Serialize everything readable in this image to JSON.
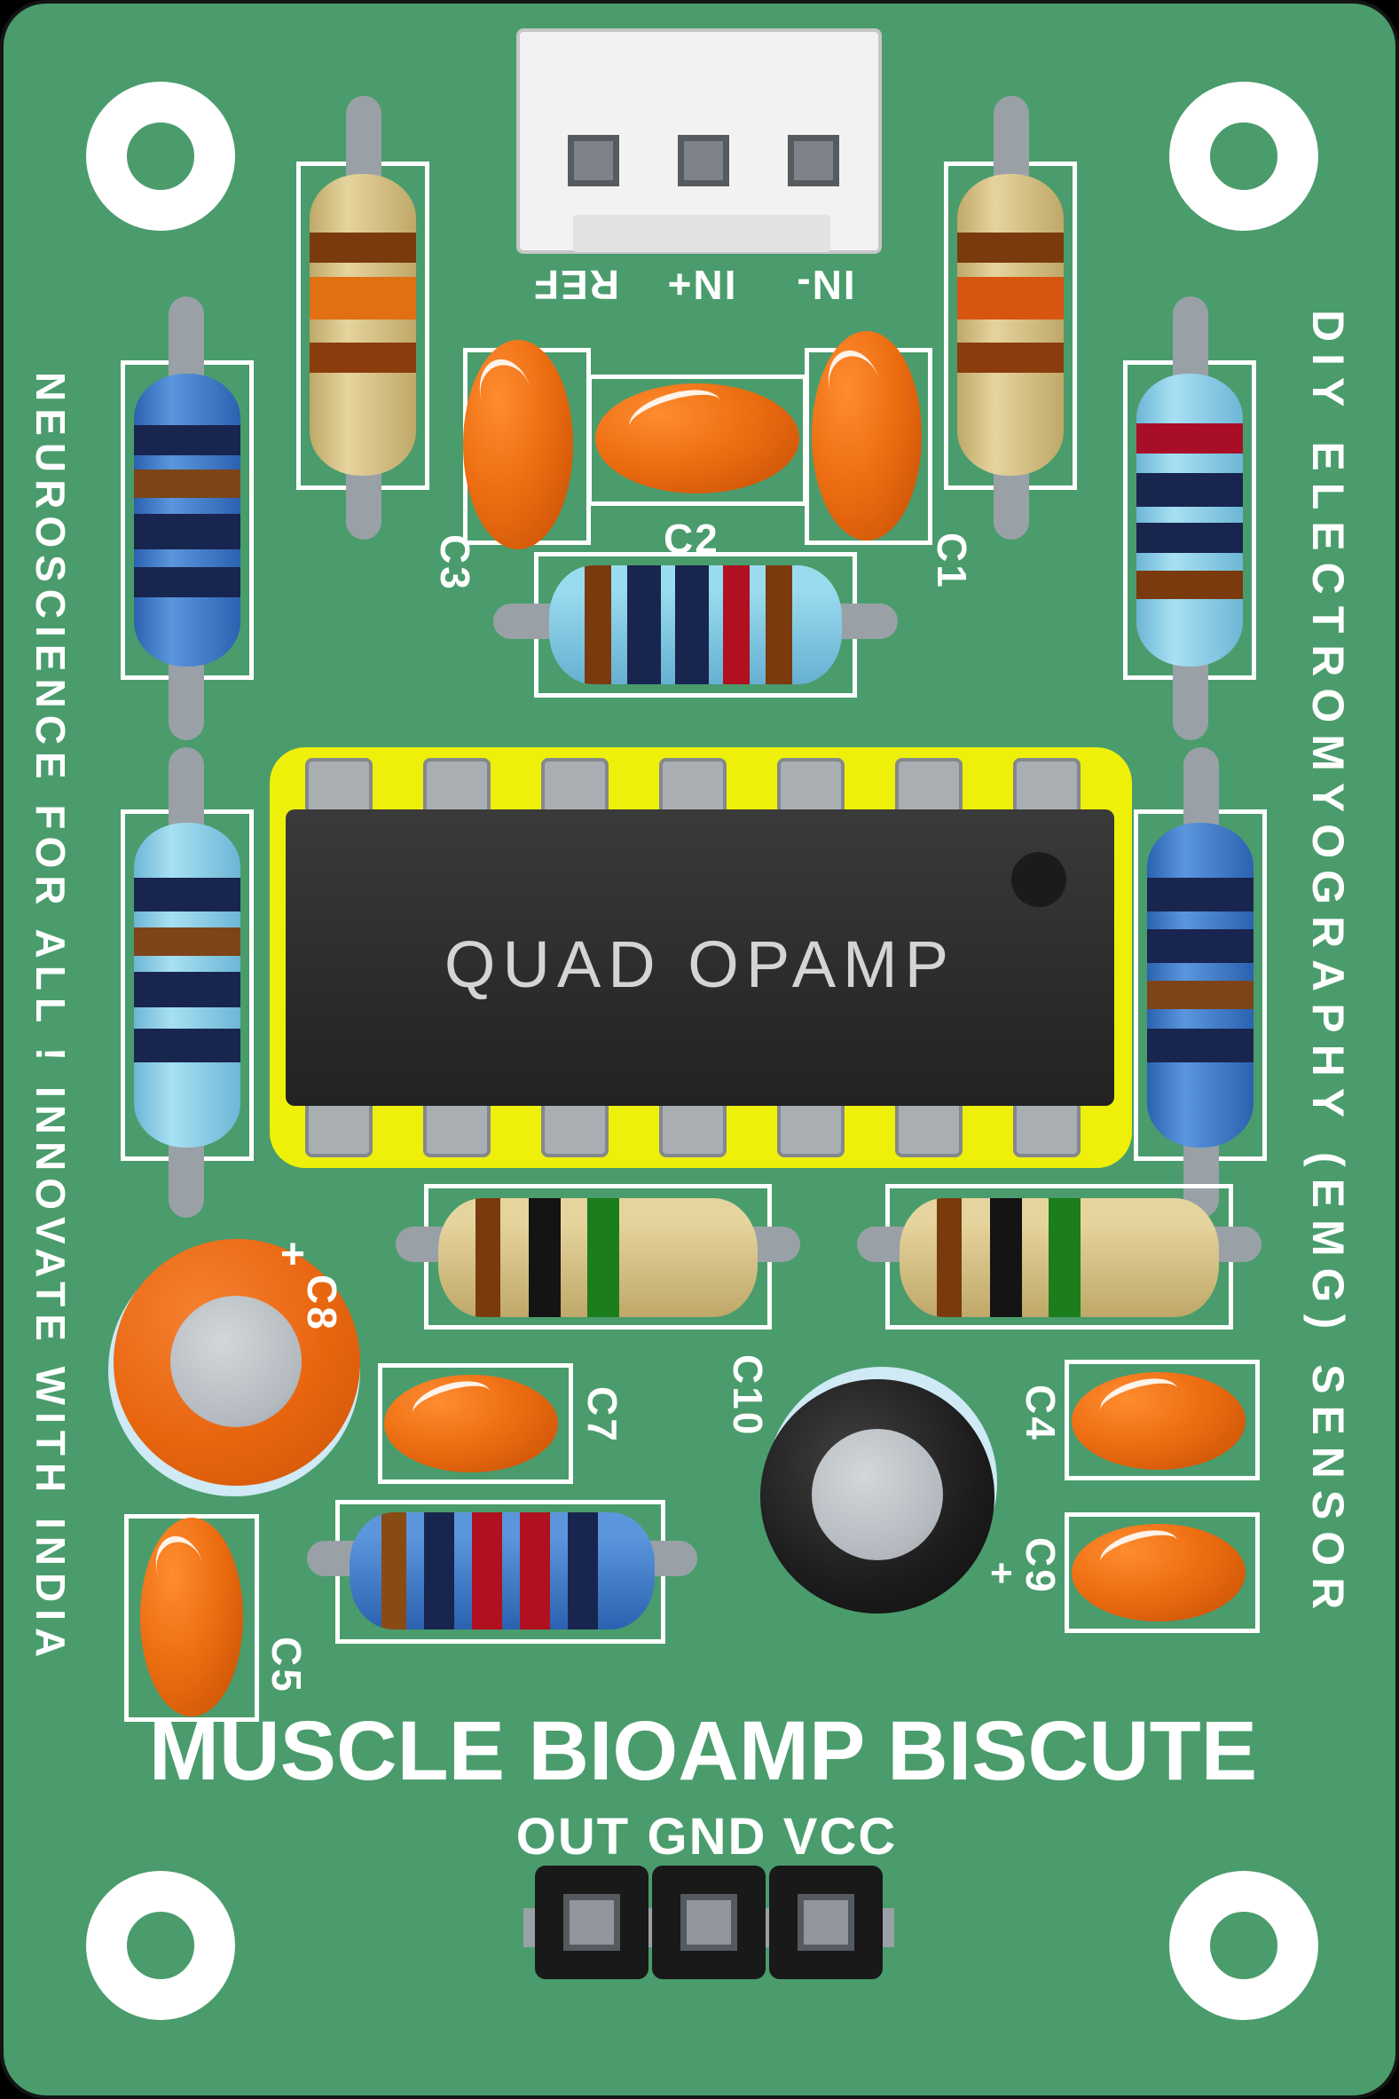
{
  "board": {
    "title": "MUSCLE BIOAMP BISCUTE",
    "silkscreen_left": "NEUROSCIENCE FOR ALL ! INNOVATE WITH INDIA",
    "silkscreen_right": "DIY ELECTROMYOGRAPHY (EMG) SENSOR",
    "colors": {
      "pcb_green": "#4a9c6c",
      "silkscreen_white": "#ffffff",
      "ic_outline_yellow": "#eff00a",
      "chip_body_black": "#2b2b2b",
      "capacitor_orange": "#e8650f",
      "electrolytic_sleeve_blue": "#cfe9f5",
      "lead_gray": "#99a1a7"
    }
  },
  "top_connector": {
    "pin_labels": [
      "REF",
      "IN+",
      "IN-"
    ]
  },
  "ic": {
    "label": "QUAD OPAMP"
  },
  "bottom_header": {
    "pin_labels": [
      "OUT",
      "GND",
      "VCC"
    ]
  },
  "capacitor_labels": {
    "c1": "C1",
    "c2": "C2",
    "c3": "C3",
    "c4": "C4",
    "c5": "C5",
    "c7": "C7",
    "c8": "C8",
    "c9": "C9",
    "c10": "C10"
  },
  "symbols": {
    "plus": "+"
  }
}
